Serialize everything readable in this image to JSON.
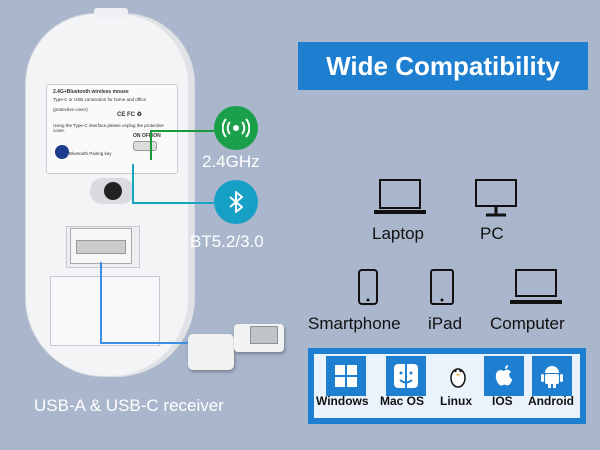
{
  "banner": {
    "title": "Wide Compatibility"
  },
  "label_card": {
    "title": "2.4G+Bluetooth wireless mouse",
    "subtitle": "Type-C or USB connection for home and office",
    "protective_cover": "(protective cover)",
    "cert_marks": "CE FC ♻",
    "note": "Using the Type-C interface,please unplug the protective cover.",
    "onoff": "ON OFF/ON",
    "pairing": "Bluetooth Pairing key"
  },
  "features": [
    {
      "label": "2.4GHz",
      "icon": "wireless-signal-icon",
      "color": "#1aa04a"
    },
    {
      "label": "BT5.2/3.0",
      "icon": "bluetooth-icon",
      "color": "#16a0c6"
    }
  ],
  "devices": [
    {
      "label": "Laptop",
      "icon": "laptop-icon"
    },
    {
      "label": "PC",
      "icon": "monitor-icon"
    },
    {
      "label": "Smartphone",
      "icon": "smartphone-icon"
    },
    {
      "label": "iPad",
      "icon": "tablet-icon"
    },
    {
      "label": "Computer",
      "icon": "computer-icon"
    }
  ],
  "receiver_label": "USB-A & USB-C receiver",
  "os": [
    {
      "label": "Windows",
      "icon": "windows-icon"
    },
    {
      "label": "Mac OS",
      "icon": "finder-icon"
    },
    {
      "label": "Linux",
      "icon": "tux-icon"
    },
    {
      "label": "IOS",
      "icon": "apple-icon"
    },
    {
      "label": "Android",
      "icon": "android-icon"
    }
  ],
  "colors": {
    "background": "#a9b6cb",
    "accent_blue": "#1e7fd0",
    "green": "#1aa04a",
    "cyan": "#16a0c6"
  }
}
